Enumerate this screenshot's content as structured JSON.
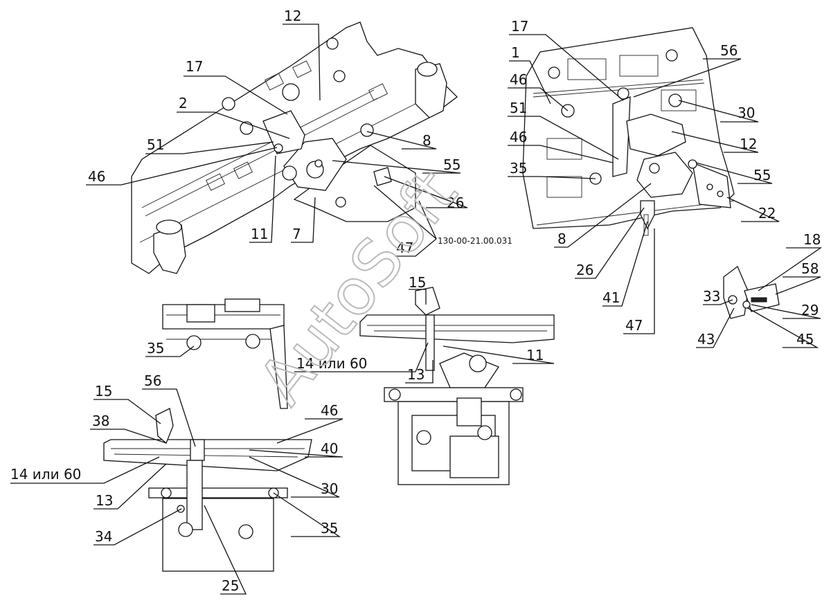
{
  "watermark": "AutoSoft",
  "drawing_code": "130-00-21.00.031",
  "callouts": {
    "v1": [
      "12",
      "17",
      "2",
      "51",
      "46",
      "8",
      "55",
      "26",
      "11",
      "7",
      "47"
    ],
    "v2": [
      "17",
      "1",
      "56",
      "46",
      "51",
      "30",
      "46",
      "12",
      "35",
      "55",
      "22",
      "8",
      "26",
      "41",
      "47"
    ],
    "v3": [
      "18",
      "58",
      "33",
      "29",
      "43",
      "45"
    ],
    "v4": [
      "35",
      "15",
      "14 или 60",
      "11",
      "13"
    ],
    "v5": [
      "15",
      "56",
      "38",
      "46",
      "40",
      "14 или 60",
      "13",
      "30",
      "34",
      "35",
      "25"
    ]
  }
}
